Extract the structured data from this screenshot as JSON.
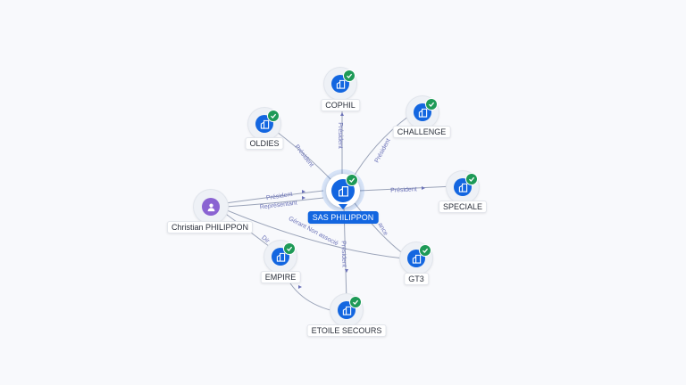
{
  "colors": {
    "company": "#1366e0",
    "person": "#8a63d2",
    "check": "#1e9a57",
    "edge": "#9aa3b8",
    "edge_label": "#6b72b8"
  },
  "center": {
    "name": "SAS PHILIPPON",
    "icon": "building-icon"
  },
  "companies": [
    {
      "key": "cophil",
      "name": "COPHIL"
    },
    {
      "key": "challenge",
      "name": "CHALLENGE"
    },
    {
      "key": "oldies",
      "name": "OLDIES"
    },
    {
      "key": "speciale",
      "name": "SPECIALE"
    },
    {
      "key": "gt3",
      "name": "GT3"
    },
    {
      "key": "empire",
      "name": "EMPIRE"
    },
    {
      "key": "etoile",
      "name": "ETOILE SECOURS"
    }
  ],
  "person": {
    "name": "Christian PHILIPPON",
    "icon": "person-icon"
  },
  "edge_labels": {
    "cophil": "Président",
    "challenge": "Président",
    "oldies": "Président",
    "speciale": "Président",
    "etoile": "Président",
    "gt3": "ance",
    "person_president": "Président",
    "person_representant": "Représentant",
    "person_gerant": "Gérant Non associé",
    "person_empire": "Dir"
  }
}
